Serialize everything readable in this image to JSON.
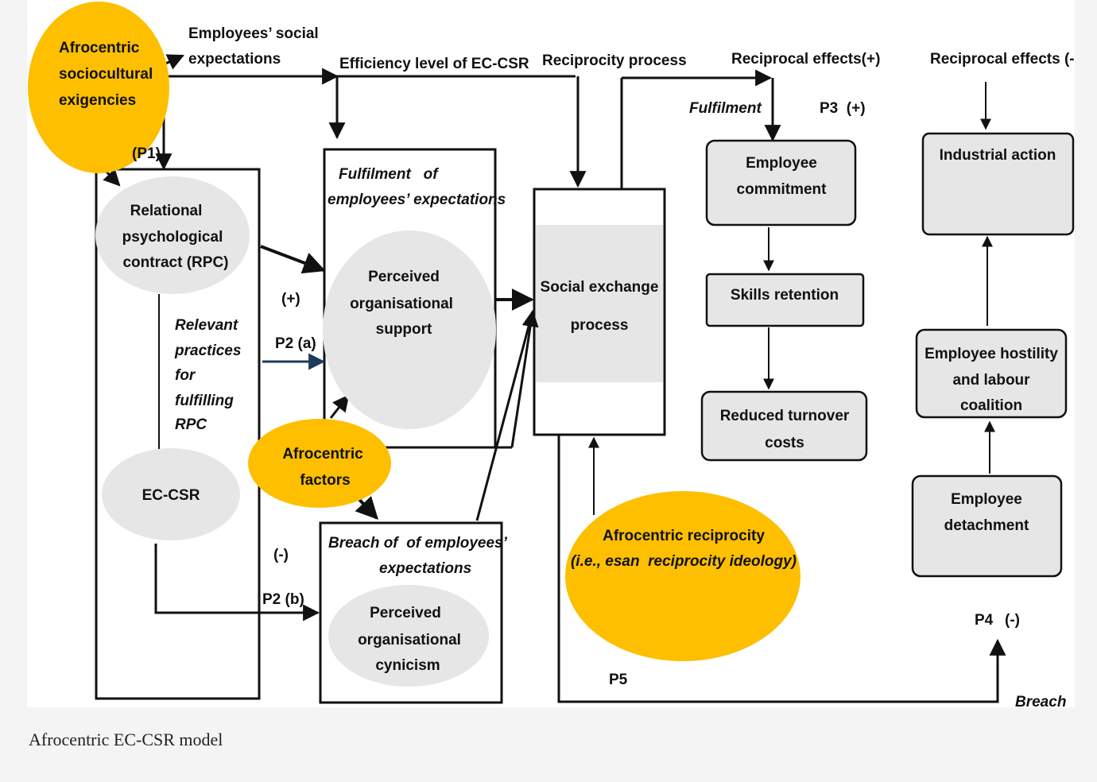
{
  "nodes": {
    "afro_socio": [
      "Afrocentric",
      "sociocultural",
      "exigencies"
    ],
    "rpc": [
      "Relational",
      "psychological",
      "contract (RPC)"
    ],
    "ec_csr": "EC-CSR",
    "relevant": [
      "Relevant",
      "practices",
      "for",
      "fulfilling",
      "RPC"
    ],
    "fulfilment_box": [
      "Fulfilment   of",
      "employees’ expectations"
    ],
    "pos": [
      "Perceived",
      "organisational",
      "support"
    ],
    "afro_factors": [
      "Afrocentric",
      "factors"
    ],
    "breach_box": [
      "Breach of  of employees’",
      "expectations"
    ],
    "poc": [
      "Perceived",
      "organisational",
      "cynicism"
    ],
    "sep": [
      "Social exchange",
      "process"
    ],
    "afro_recip": [
      "Afrocentric reciprocity",
      "(i.e., esan  reciprocity ideology)"
    ],
    "commitment": [
      "Employee",
      "commitment"
    ],
    "skills": "Skills retention",
    "turnover": [
      "Reduced turnover",
      "costs"
    ],
    "industrial": "Industrial action",
    "hostility": [
      "Employee hostility",
      "and labour",
      "coalition"
    ],
    "detachment": [
      "Employee",
      "detachment"
    ]
  },
  "labels": {
    "emp_social": [
      "Employees’ social",
      "expectations"
    ],
    "efficiency": "Efficiency level of EC-CSR",
    "recip_process": "Reciprocity process",
    "recip_pos": "Reciprocal effects(+)",
    "recip_neg": "Reciprocal effects (-)",
    "fulfilment": "Fulfilment",
    "p3": "P3  (+)",
    "p1": "(P1)",
    "plus": "(+)",
    "p2a": "P2 (a)",
    "minus": "(-)",
    "p2b": "P2 (b)",
    "p4": "P4",
    "p4_sign": "(-)",
    "p5": "P5",
    "breach": "Breach"
  },
  "caption": "Afrocentric EC-CSR model",
  "colors": {
    "accent": "#fdbf00",
    "grey_node": "#e6e6e6",
    "line": "#111111",
    "p2a_arrow": "#1f3b5c"
  }
}
